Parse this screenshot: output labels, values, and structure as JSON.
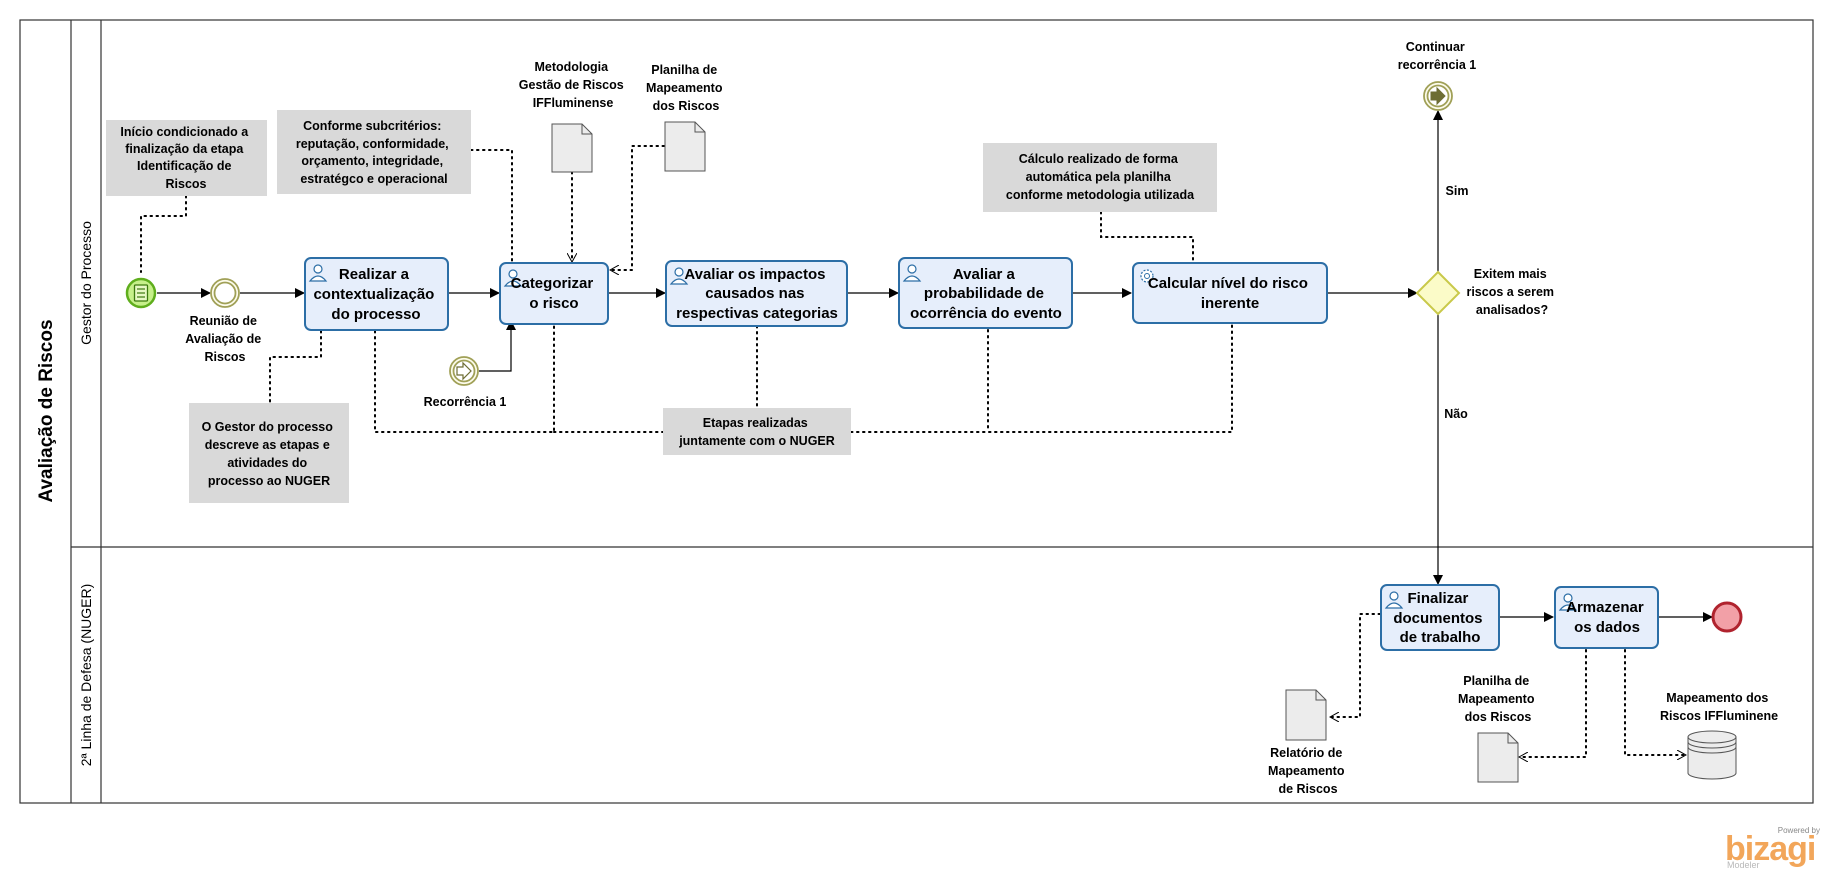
{
  "pool": {
    "title": "Avaliação de Riscos"
  },
  "lanes": [
    {
      "title": "Gestor do Processo"
    },
    {
      "title": "2ª Linha de Defesa (NUGER)"
    }
  ],
  "events": {
    "start": {
      "label": ""
    },
    "intermediate": {
      "label": [
        "Reunião de",
        "Avaliação de",
        "Riscos"
      ]
    },
    "recorrencia": {
      "label": [
        "Recorrência 1"
      ]
    },
    "continuar": {
      "label": [
        "Continuar",
        "recorrência 1"
      ]
    },
    "end": {
      "label": ""
    }
  },
  "tasks": {
    "contextualizacao": [
      "Realizar a",
      "contextualização",
      "do processo"
    ],
    "categorizar": [
      "Categorizar",
      "o risco"
    ],
    "impactos": [
      "Avaliar os impactos",
      "causados nas",
      "respectivas categorias"
    ],
    "probabilidade": [
      "Avaliar a",
      "probabilidade de",
      "ocorrência do evento"
    ],
    "nivel": [
      "Calcular nível do risco",
      "inerente"
    ],
    "finalizar": [
      "Finalizar",
      "documentos",
      "de trabalho"
    ],
    "armazenar": [
      "Armazenar",
      "os dados"
    ]
  },
  "gateway": {
    "question": [
      "Exitem mais",
      "riscos a serem",
      "analisados?"
    ],
    "yes": "Sim",
    "no": "Não"
  },
  "annotations": {
    "inicio": [
      "Início condicionado a",
      "finalização da etapa",
      "Identificação de",
      "Riscos"
    ],
    "subcriterios": [
      "Conforme subcritérios:",
      "reputação, conformidade,",
      "orçamento, integridade,",
      "estratégco e operacional"
    ],
    "calculo": [
      "Cálculo realizado de forma",
      "automática pela planilha",
      "conforme metodologia utilizada"
    ],
    "gestor": [
      "O Gestor do processo",
      "descreve as etapas e",
      "atividades do",
      "processo ao NUGER"
    ],
    "etapas": [
      "Etapas realizadas",
      "juntamente com o NUGER"
    ]
  },
  "artifacts": {
    "metodologia": [
      "Metodologia",
      "Gestão de Riscos",
      "IFFluminense"
    ],
    "planilha_top": [
      "Planilha de",
      "Mapeamento",
      "dos Riscos"
    ],
    "relatorio": [
      "Relatório de",
      "Mapeamento",
      "de Riscos"
    ],
    "planilha_bottom": [
      "Planilha de",
      "Mapeamento",
      "dos Riscos"
    ],
    "mapeamento_db": [
      "Mapeamento dos",
      "Riscos IFFluminene"
    ]
  },
  "branding": {
    "powered": "Powered by",
    "name": "bizagi",
    "product": "Modeler"
  },
  "colors": {
    "task_fill": "#e6eefb",
    "task_stroke": "#2c6ea6",
    "annotation_fill": "#d9d9d9",
    "gateway_fill": "#fbfbc8",
    "gateway_stroke": "#c9c94a",
    "start_fill": "#c6f08a",
    "start_stroke": "#5fae1d",
    "end_fill": "#f2a0a7",
    "end_stroke": "#b0232e",
    "intermediate_stroke": "#a0a057",
    "brand": "#f2a65a"
  }
}
